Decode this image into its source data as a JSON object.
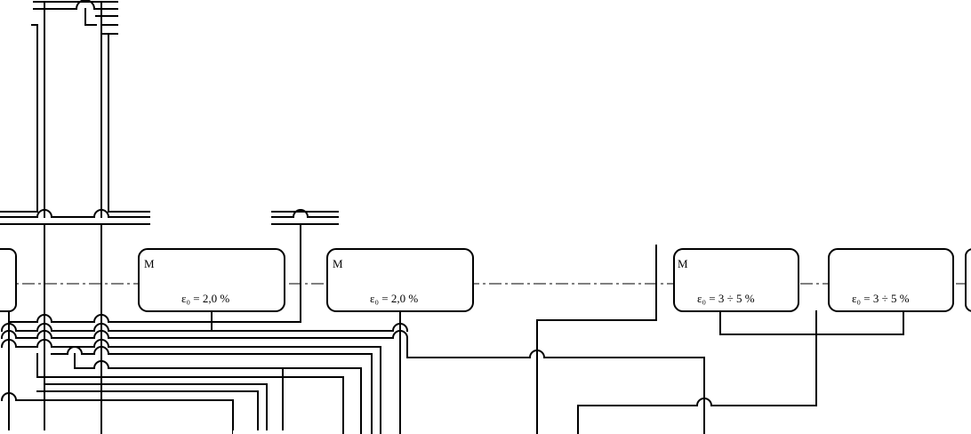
{
  "diagram": {
    "labels": {
      "box1_top": "M",
      "box1_param": "ε₀ = 2,0 %",
      "box2_top": "M",
      "box2_param": "ε₀ = 2,0 %",
      "box3_top": "M",
      "box3_param": "ε₀ = 3 ÷ 5 %",
      "box4_param": "ε₀ = 3 ÷ 5 %"
    }
  }
}
